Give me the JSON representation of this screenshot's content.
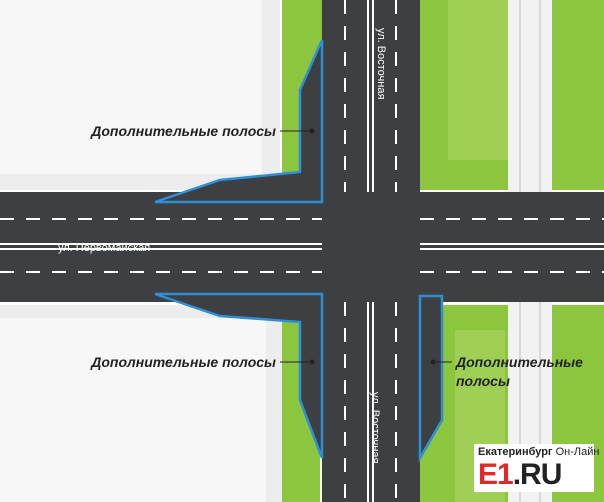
{
  "streets": {
    "north_south": "ул. Восточная",
    "east_west": "ул. Первомайская"
  },
  "callouts": {
    "upper_left": "Дополнительные полосы",
    "lower_left": "Дополнительные полосы",
    "lower_right_line1": "Дополнительные",
    "lower_right_line2": "полосы"
  },
  "brand": {
    "city": "Екатеринбург",
    "suffix": "Он-Лайн",
    "logo_main": "E1",
    "logo_domain": ".RU"
  },
  "colors": {
    "road": "#3d3f42",
    "added_lane_outline": "#2f8fd6",
    "grass": "#8cc63f",
    "grass_dark": "#76b22d",
    "block": "#ededed",
    "block_shade": "#f6f6f6",
    "logo_red": "#e3282a"
  }
}
